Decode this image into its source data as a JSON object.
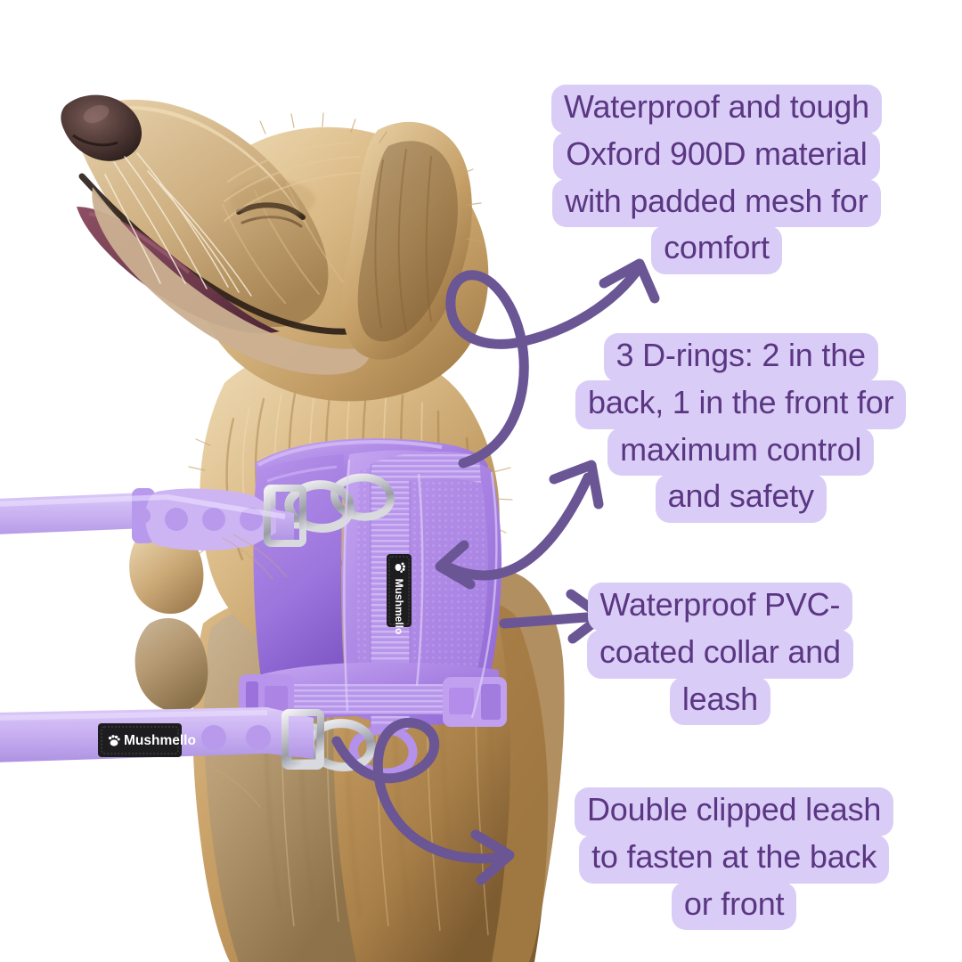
{
  "product": {
    "brand": "Mushmello",
    "brand_icon": "paw-icon",
    "subject": "golden-retriever-dog-wearing-purple-harness"
  },
  "theme": {
    "background": "#ffffff",
    "bubble_fill": "#d9cdf7",
    "bubble_text": "#5b3682",
    "arrow_stroke": "#6a5595",
    "harness_light": "#b18ee8",
    "harness_mid": "#9a6fdc",
    "leash_light": "#c4aaf0",
    "fur_light": "#e3c89a",
    "fur_mid": "#c39d62",
    "fur_dark": "#8e6a3b",
    "label_black": "#1d1d1f"
  },
  "callouts": [
    {
      "id": "material",
      "lines": [
        "Waterproof and tough",
        "Oxford 900D material",
        "with padded mesh for",
        "comfort"
      ]
    },
    {
      "id": "d-rings",
      "lines": [
        "3 D-rings: 2 in the",
        "back, 1 in the front for",
        "maximum control",
        "and safety"
      ]
    },
    {
      "id": "pvc-collar",
      "lines": [
        "Waterproof PVC-",
        "coated collar and",
        "leash"
      ]
    },
    {
      "id": "double-clip",
      "lines": [
        "Double clipped leash",
        "to fasten at the back",
        "or front"
      ]
    }
  ],
  "arrows": [
    {
      "id": "arrow-to-material",
      "style": "looped-curl-up",
      "points_to": "material"
    },
    {
      "id": "arrow-to-d-rings",
      "style": "double-headed-curve",
      "points_to": "d-rings"
    },
    {
      "id": "arrow-to-pvc-collar",
      "style": "straight-right",
      "points_to": "pvc-collar"
    },
    {
      "id": "arrow-to-double-clip",
      "style": "looped-curl-right",
      "points_to": "double-clip"
    }
  ],
  "brand_labels": {
    "leash_label": "Mushmello",
    "harness_label": "Mushmello"
  }
}
